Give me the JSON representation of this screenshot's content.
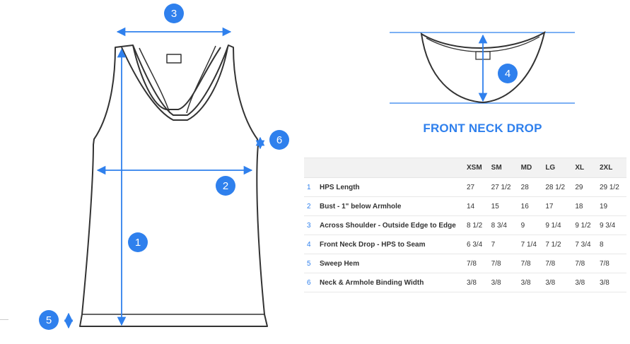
{
  "diagram": {
    "front_neck_title": "FRONT NECK DROP",
    "markers": [
      {
        "id": "marker-1",
        "label": "1"
      },
      {
        "id": "marker-2",
        "label": "2"
      },
      {
        "id": "marker-3",
        "label": "3"
      },
      {
        "id": "marker-4",
        "label": "4"
      },
      {
        "id": "marker-5",
        "label": "5"
      },
      {
        "id": "marker-6",
        "label": "6"
      }
    ],
    "colors": {
      "accent": "#2f80ed",
      "outline": "#333333"
    }
  },
  "size_table": {
    "headers": [
      "",
      "",
      "XSM",
      "SM",
      "MD",
      "LG",
      "XL",
      "2XL"
    ],
    "rows": [
      {
        "index": "1",
        "measurement": "HPS Length",
        "values": [
          "27",
          "27 1/2",
          "28",
          "28 1/2",
          "29",
          "29 1/2"
        ]
      },
      {
        "index": "2",
        "measurement": "Bust - 1\" below Armhole",
        "values": [
          "14",
          "15",
          "16",
          "17",
          "18",
          "19"
        ]
      },
      {
        "index": "3",
        "measurement": "Across Shoulder - Outside Edge to Edge",
        "values": [
          "8 1/2",
          "8 3/4",
          "9",
          "9 1/4",
          "9 1/2",
          "9 3/4"
        ]
      },
      {
        "index": "4",
        "measurement": "Front Neck Drop - HPS to Seam",
        "values": [
          "6 3/4",
          "7",
          "7 1/4",
          "7 1/2",
          "7 3/4",
          "8"
        ]
      },
      {
        "index": "5",
        "measurement": "Sweep Hem",
        "values": [
          "7/8",
          "7/8",
          "7/8",
          "7/8",
          "7/8",
          "7/8"
        ]
      },
      {
        "index": "6",
        "measurement": "Neck & Armhole Binding Width",
        "values": [
          "3/8",
          "3/8",
          "3/8",
          "3/8",
          "3/8",
          "3/8"
        ]
      }
    ]
  }
}
